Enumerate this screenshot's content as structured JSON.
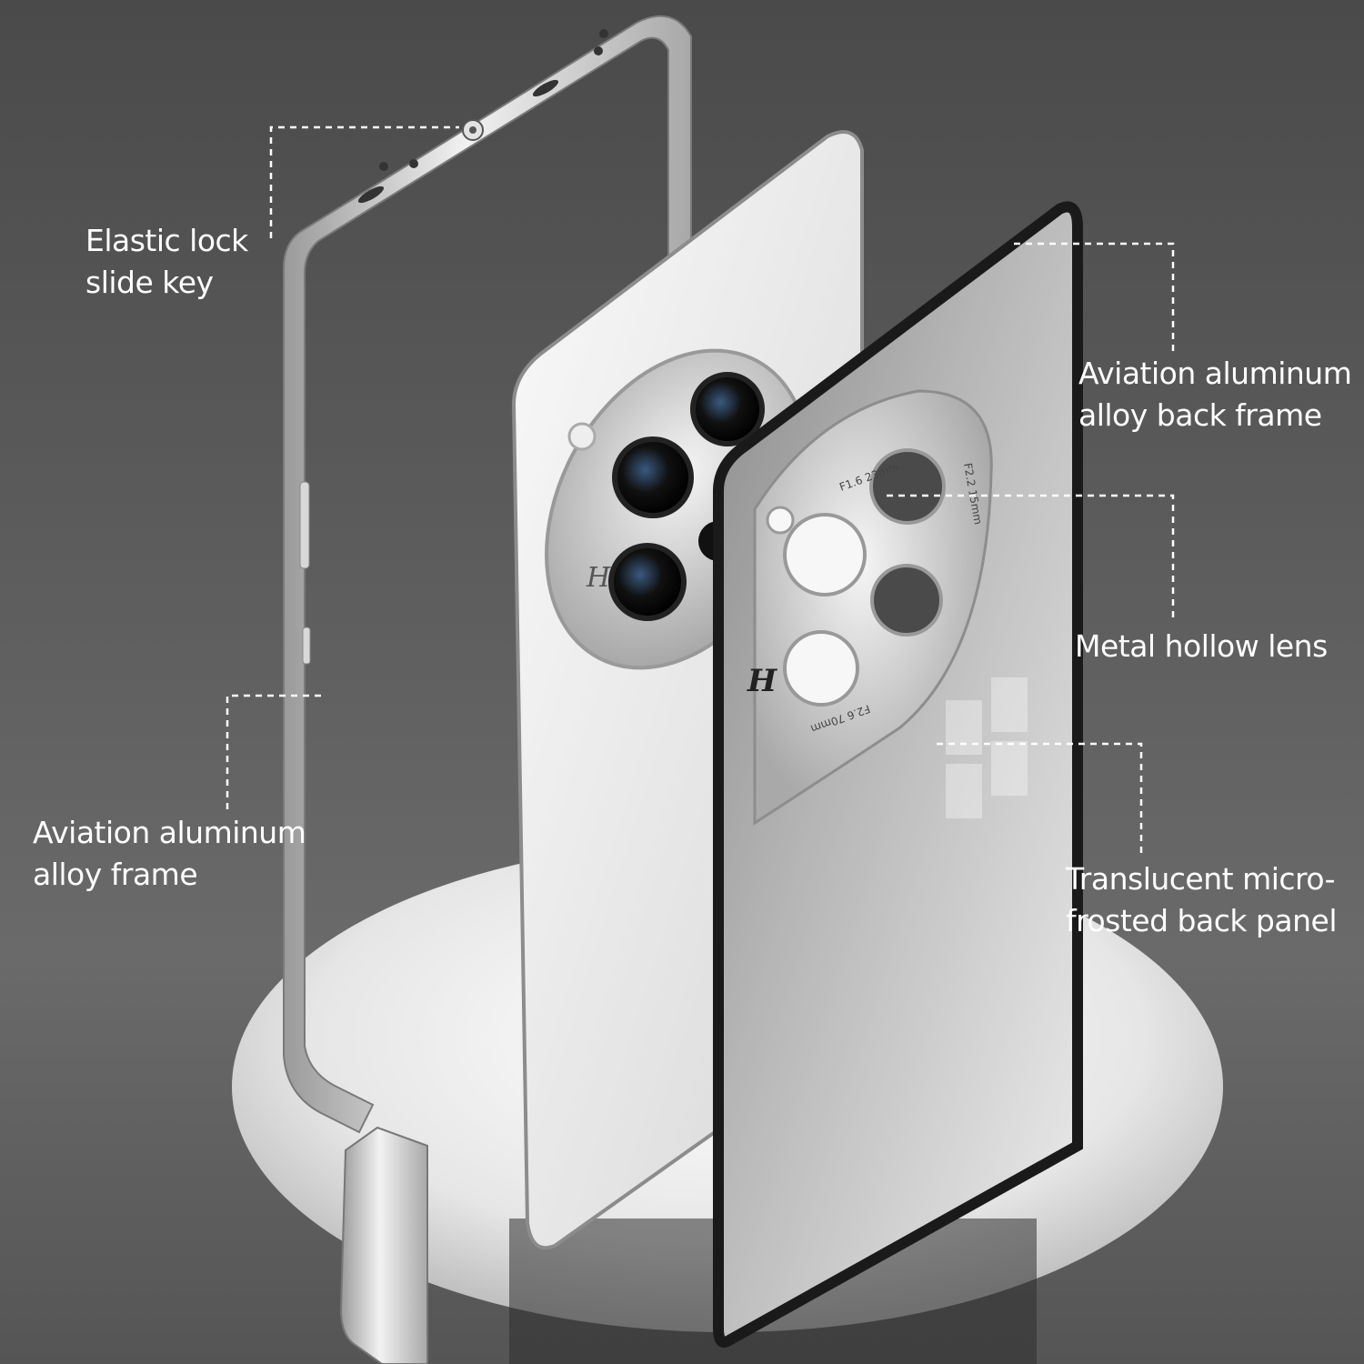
{
  "labels": {
    "elastic_lock": [
      "Elastic lock",
      "slide key"
    ],
    "back_frame": [
      "Aviation aluminum",
      "alloy back frame"
    ],
    "hollow_lens": [
      "Metal hollow lens"
    ],
    "alloy_frame": [
      "Aviation aluminum",
      "alloy frame"
    ],
    "back_panel": [
      "Translucent micro-",
      "frosted back panel"
    ]
  },
  "lens_text": {
    "main": "F1.6 23mm",
    "tele": "F2.6 70mm",
    "wide": "F2.2 15mm",
    "brand": "H"
  },
  "colors": {
    "background": "#555555",
    "frame_silver": "#c8c8c8",
    "phone_white": "#e8e8e8",
    "label_text": "#ffffff"
  }
}
